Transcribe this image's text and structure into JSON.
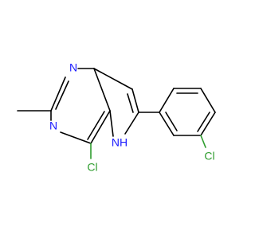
{
  "colors": {
    "background": "#ffffff",
    "bond": "#000000",
    "nitrogen": "#1a1aff",
    "chlorine": "#2e9d2e"
  },
  "atoms": {
    "n1": "N",
    "n3": "N",
    "cl_pyrimidine": "Cl",
    "nh": "NH",
    "cl_phenyl": "Cl"
  }
}
